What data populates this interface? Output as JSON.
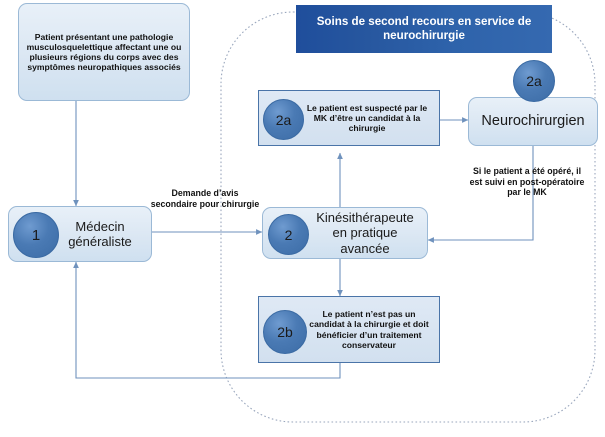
{
  "diagram": {
    "title_banner": "Soins de second recours en service de neurochirurgie",
    "nodes": {
      "patient": {
        "id": "patient-box",
        "text": "Patient présentant une pathologie musculosquelettique affectant une ou plusieurs régions du corps avec des symptômes neuropathiques associés"
      },
      "medecin": {
        "id": "medecin-generaliste-box",
        "badge": "1",
        "text": "Médecin généraliste"
      },
      "kine": {
        "id": "kinesitherapeute-box",
        "badge": "2",
        "text": "Kinésithérapeute en pratique avancée"
      },
      "suspect": {
        "id": "candidat-chirurgie-box",
        "badge": "2a",
        "text": "Le patient est suspecté par le MK d’être un candidat à la chirurgie"
      },
      "conservateur": {
        "id": "traitement-conservateur-box",
        "badge": "2b",
        "text": "Le patient n’est pas un candidat à la chirurgie et doit bénéficier d’un traitement conservateur"
      },
      "neurochirurgien": {
        "id": "neurochirurgien-box",
        "badge": "2a",
        "text": "Neurochirurgien"
      }
    },
    "edge_labels": {
      "demande_avis": "Demande d’avis secondaire pour chirurgie",
      "post_operatoire": "Si le patient a été opéré, il est suivi en post-opératoire par le MK"
    },
    "colors": {
      "banner_start": "#1f4e9c",
      "banner_end": "#3569b0",
      "badge_blue": "#4a7ab4",
      "box_fill": "#dbe7f3",
      "box_border_light": "#9bb9d6",
      "box_border_strong": "#4a74a8",
      "connector": "#8fa9c9",
      "dashed_region": "#9aa7bd"
    }
  }
}
